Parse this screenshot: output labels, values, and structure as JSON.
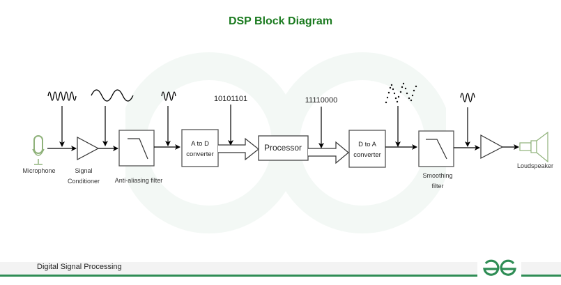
{
  "title": "DSP Block Diagram",
  "footer": {
    "label": "Digital Signal Processing",
    "logo_icon": "geeksforgeeks-logo-icon"
  },
  "colors": {
    "title": "#1a7a1f",
    "accent": "#2f8d55",
    "icon_green": "#8fb27a"
  },
  "components": {
    "microphone": "Microphone",
    "signal_conditioner": [
      "Signal",
      "Conditioner"
    ],
    "anti_aliasing_filter": "Anti-aliasing filter",
    "a_to_d": [
      "A to D",
      "converter"
    ],
    "processor": "Processor",
    "d_to_a": [
      "D to A",
      "converter"
    ],
    "smoothing_filter": [
      "Smoothing",
      "filter"
    ],
    "loudspeaker": "Loudspeaker"
  },
  "signals": {
    "adc_bits": "10101101",
    "processor_bits": "11110000"
  }
}
